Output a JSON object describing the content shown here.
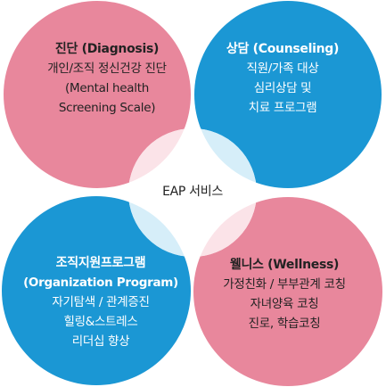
{
  "center": {
    "label": "EAP 서비스"
  },
  "circles": {
    "diagnosis": {
      "title": "진단 (Diagnosis)",
      "lines": [
        "개인/조직 정신건강 진단",
        "(Mental health",
        "Screening Scale)"
      ]
    },
    "counseling": {
      "title": "상담 (Counseling)",
      "lines": [
        "직원/가족 대상",
        "심리상담 및",
        "치료 프로그램"
      ]
    },
    "organization": {
      "title": "조직지원프로그램",
      "lines": [
        "(Organization Program)",
        "자기탐색 / 관계증진",
        "힐링&스트레스",
        "리더십 향상"
      ]
    },
    "wellness": {
      "title": "웰니스 (Wellness)",
      "lines": [
        "가정친화 / 부부관계 코칭",
        "자녀양육 코칭",
        "진로, 학습코칭"
      ]
    }
  },
  "colors": {
    "pink": "#e8879c",
    "blue": "#1b97d4",
    "overlap_light_blue": "#d6eef9",
    "overlap_light_pink": "#fbe3e8",
    "center_fill": "#ffffff"
  }
}
